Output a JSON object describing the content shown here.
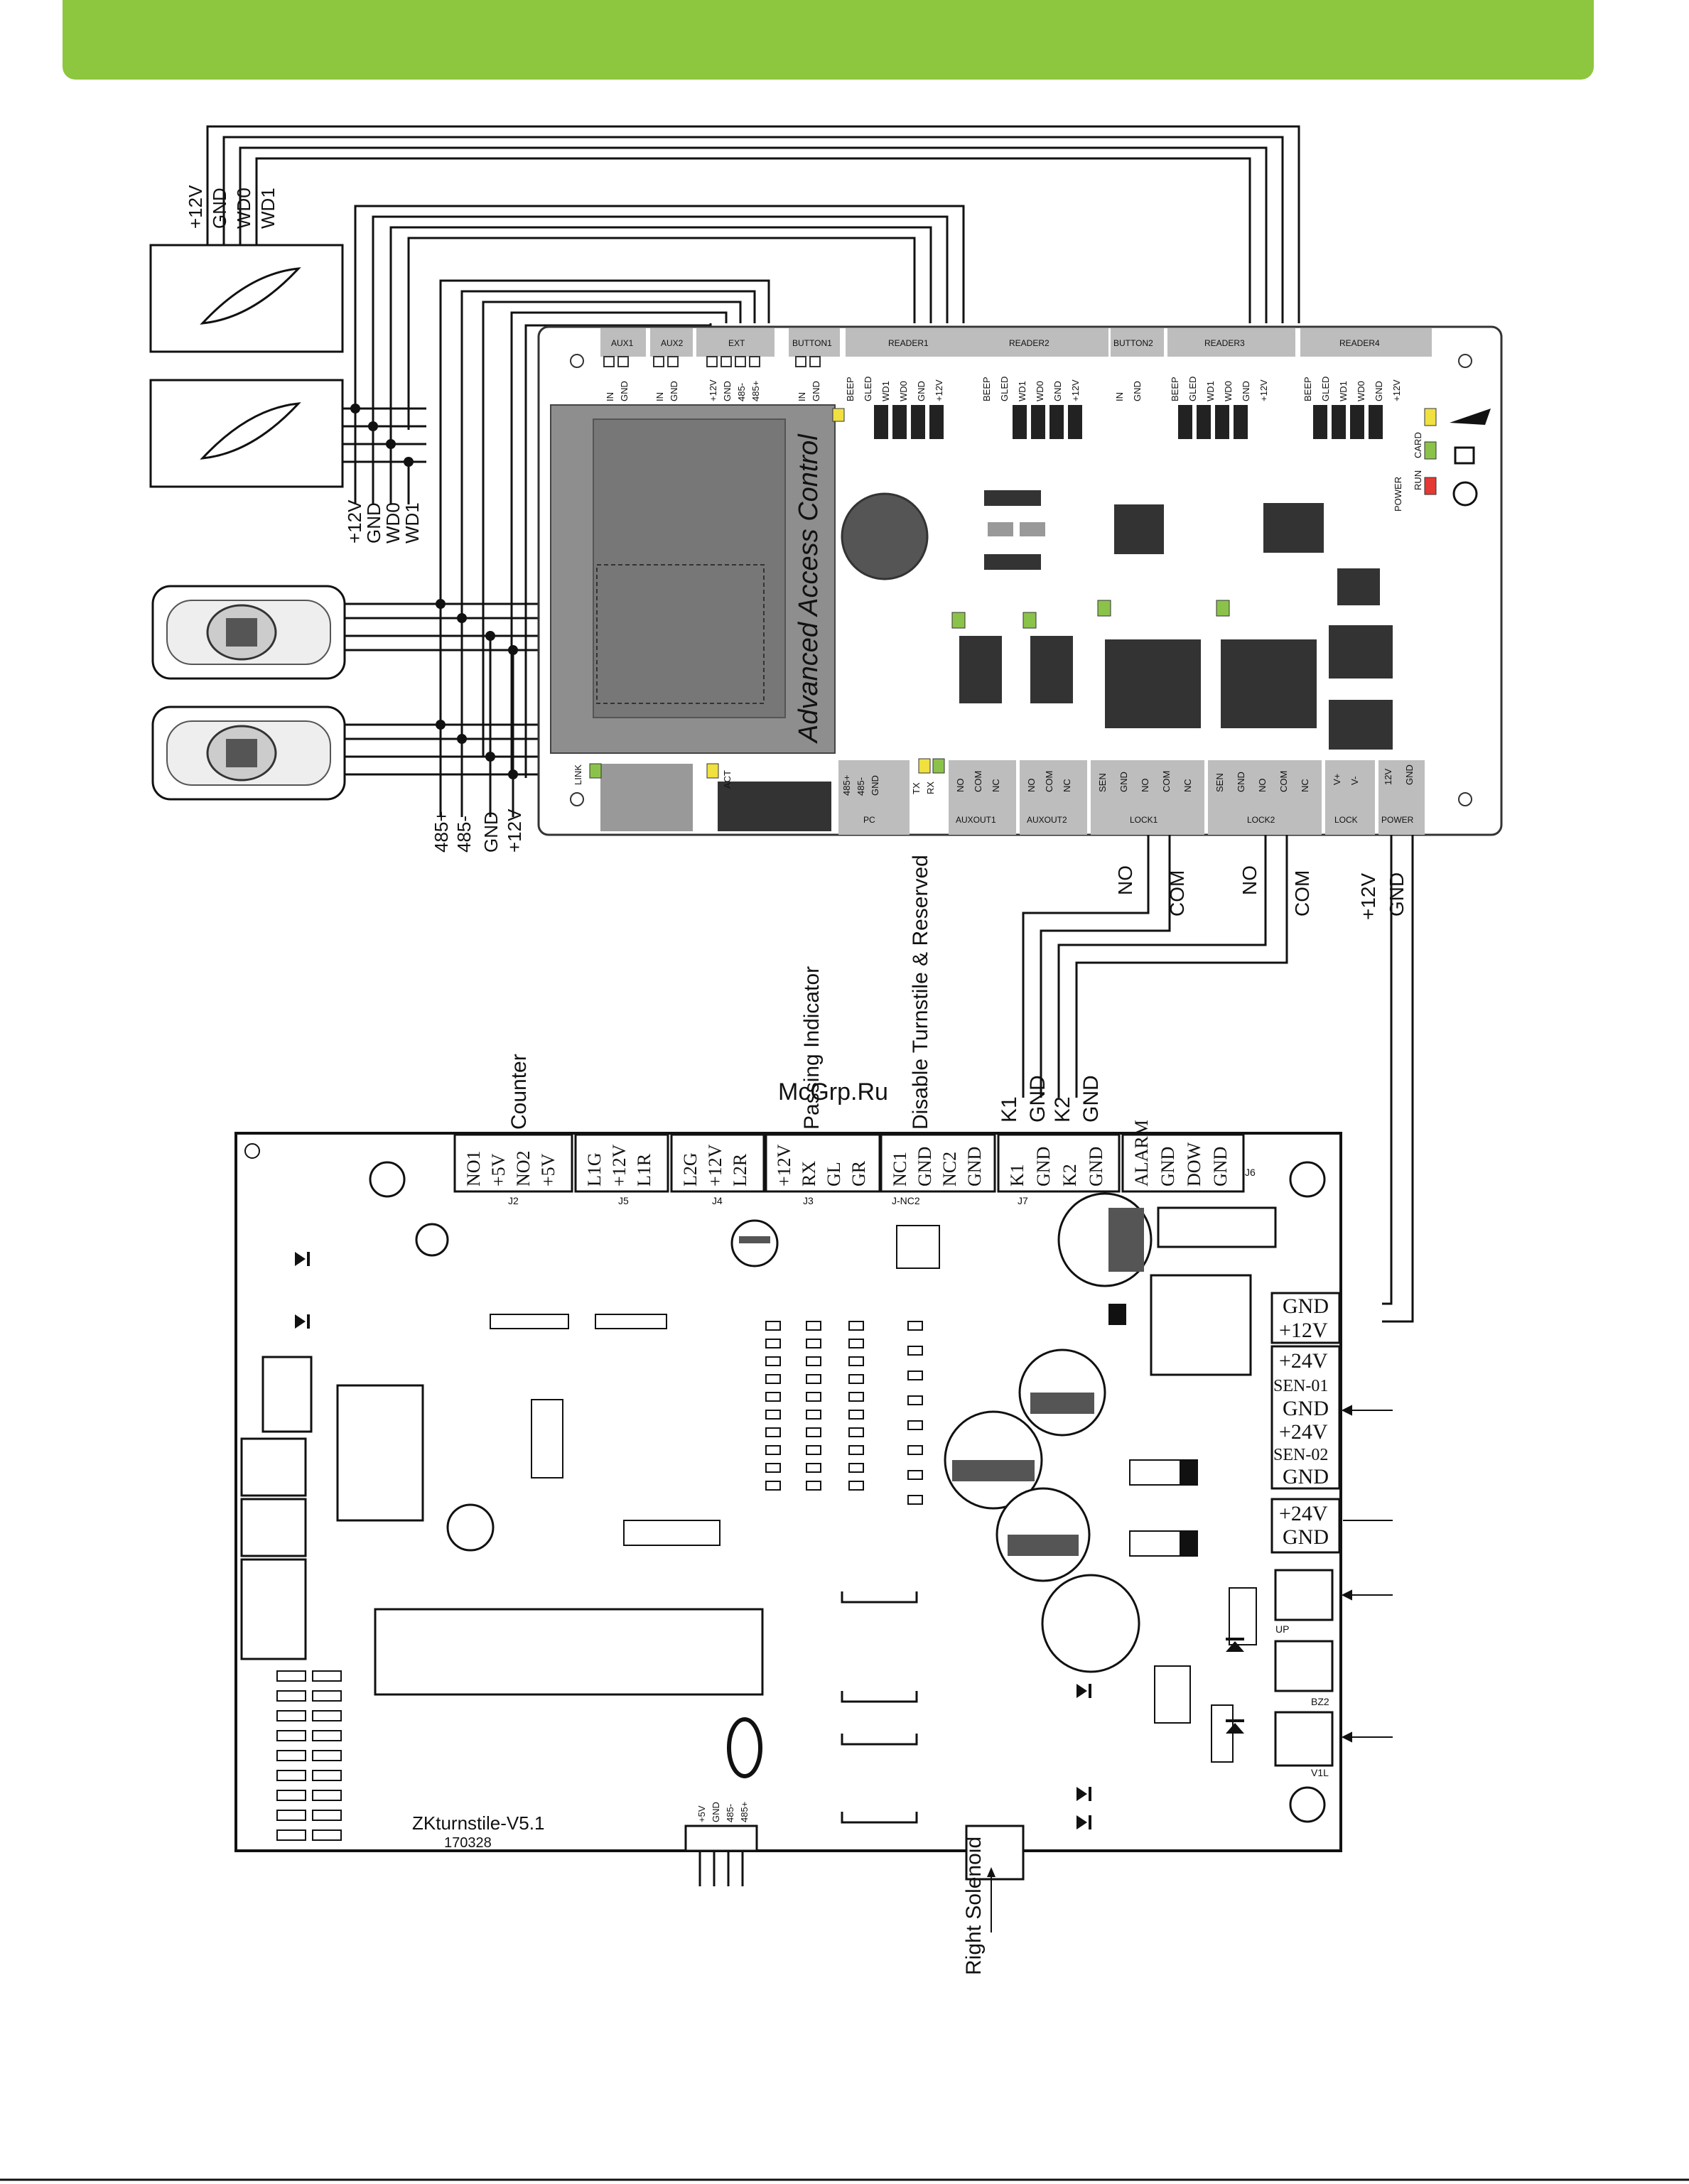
{
  "colors": {
    "banner": "#8dc63f",
    "wire": "#111111",
    "board": "#ffffff",
    "led_yellow": "#f0e040",
    "led_green": "#8bc34a",
    "led_red": "#e53935"
  },
  "watermark": "McGrp.Ru",
  "reader_top": {
    "wires": [
      "+12V",
      "GND",
      "WD0",
      "WD1"
    ]
  },
  "reader_bottom": {
    "wires": [
      "+12V",
      "GND",
      "WD0",
      "WD1"
    ]
  },
  "fingerprint_bus": [
    "485+",
    "485-",
    "GND",
    "+12V"
  ],
  "access_panel": {
    "title": "Advanced Access Control",
    "top_headers": [
      "AUX1",
      "AUX2",
      "EXT",
      "BUTTON1",
      "READER1",
      "READER2",
      "BUTTON2",
      "READER3",
      "READER4"
    ],
    "pins": {
      "aux1": [
        "IN",
        "GND"
      ],
      "aux2": [
        "IN",
        "GND"
      ],
      "ext": [
        "+12V",
        "GND",
        "485-",
        "485+"
      ],
      "button1": [
        "IN",
        "GND"
      ],
      "reader1": [
        "BEEP",
        "GLED",
        "WD1",
        "WD0",
        "GND",
        "+12V"
      ],
      "reader2": [
        "BEEP",
        "GLED",
        "WD1",
        "WD0",
        "GND",
        "+12V"
      ],
      "button2": [
        "IN",
        "GND"
      ],
      "reader3": [
        "BEEP",
        "GLED",
        "WD1",
        "WD0",
        "GND",
        "+12V"
      ],
      "reader4": [
        "BEEP",
        "GLED",
        "WD1",
        "WD0",
        "GND",
        "+12V"
      ]
    },
    "bottom_headers": [
      "PC",
      "AUXOUT1",
      "AUXOUT2",
      "LOCK1",
      "LOCK2",
      "LOCK",
      "POWER"
    ],
    "bottom_pins": {
      "pc": [
        "485+",
        "485-",
        "GND"
      ],
      "auxout1": [
        "NO",
        "COM",
        "NC"
      ],
      "auxout2": [
        "NO",
        "COM",
        "NC"
      ],
      "lock1": [
        "SEN",
        "GND",
        "NO",
        "COM",
        "NC"
      ],
      "lock2": [
        "SEN",
        "GND",
        "NO",
        "COM",
        "NC"
      ],
      "lock": [
        "V+",
        "V-"
      ],
      "power": [
        "12V",
        "GND"
      ]
    },
    "status": [
      "CARD",
      "RUN",
      "POWER"
    ],
    "misc": {
      "link": "LINK",
      "act": "ACT",
      "tx": "TX",
      "rx": "RX"
    }
  },
  "connection_labels": [
    "NO",
    "COM",
    "NO",
    "COM",
    "+12V",
    "GND"
  ],
  "turnstile_board": {
    "model": "ZKturnstile-V5.1",
    "date": "170328",
    "group_titles": [
      "Counter",
      "Passing Indicator",
      "Disable Turnstile & Reserved"
    ],
    "k_labels": [
      "K1",
      "GND",
      "K2",
      "GND"
    ],
    "terminals": {
      "j2": [
        "NO1",
        "+5V",
        "NO2",
        "+5V"
      ],
      "j5": [
        "L1G",
        "+12V",
        "L1R"
      ],
      "j4": [
        "L2G",
        "+12V",
        "L2R"
      ],
      "j3": [
        "+12V",
        "RX",
        "GL",
        "GR"
      ],
      "jnc2": [
        "NC1",
        "GND",
        "NC2",
        "GND"
      ],
      "j7": [
        "K1",
        "GND",
        "K2",
        "GND"
      ],
      "j6": [
        "ALARM",
        "GND",
        "DOW",
        "GND"
      ]
    },
    "terminal_ids": [
      "J2",
      "J5",
      "J4",
      "J3",
      "J-NC2",
      "J7",
      "J6"
    ],
    "right_terminals": {
      "j9": [
        "GND",
        "+12V"
      ],
      "j8": [
        "+24V",
        "SEN-01",
        "GND",
        "+24V",
        "SEN-02",
        "GND"
      ],
      "j10": [
        "+24V",
        "GND"
      ]
    },
    "right_ports": [
      "UP",
      "BZ2",
      "V1L"
    ],
    "bottom_connector": [
      "+5V",
      "GND",
      "485-",
      "485+"
    ],
    "solenoid": "Right Solenoid"
  }
}
